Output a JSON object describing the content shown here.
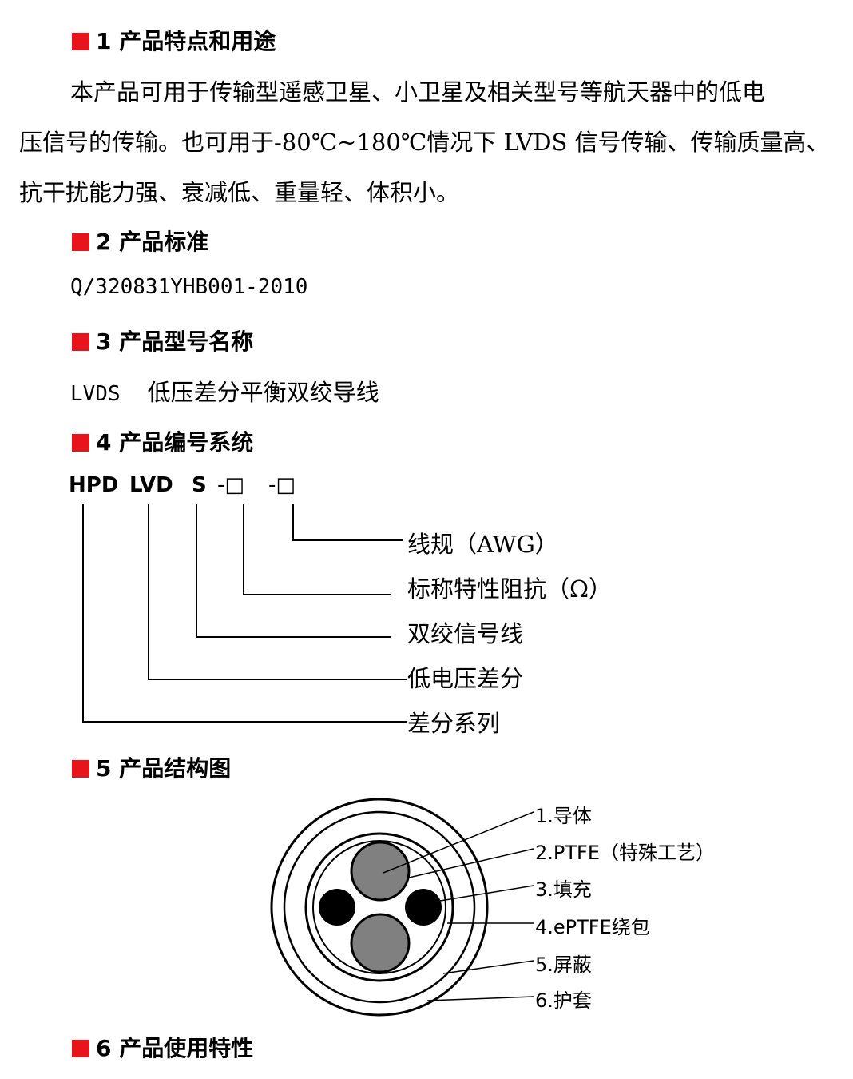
{
  "sections": [
    {
      "title": "1 产品特点和用途"
    },
    {
      "title": "2 产品标准"
    },
    {
      "title": "3 产品型号名称"
    },
    {
      "title": "4 产品编号系统"
    },
    {
      "title": "5 产品结构图"
    },
    {
      "title": "6 产品使用特性"
    }
  ],
  "usage": {
    "lines": [
      "本产品可用于传输型遥感卫星、小卫星及相关型号等航天器中的低电",
      "压信号的传输。也可用于-80℃~180℃情况下 LVDS 信号传输、传输质量高、",
      "抗干扰能力强、衰减低、重量轻、体积小。"
    ]
  },
  "standard": {
    "code": "Q/320831YHB001-2010"
  },
  "model": {
    "code": "LVDS",
    "name": "低压差分平衡双绞导线"
  },
  "numbering": {
    "parts": [
      "HPD",
      "LVD",
      "S",
      "-□",
      "-□"
    ],
    "labels": [
      "线规（AWG）",
      "标称特性阻抗（Ω）",
      "双绞信号线",
      "低电压差分",
      "差分系列"
    ]
  },
  "structure": {
    "labels": [
      "1.导体",
      "2.PTFE（特殊工艺）",
      "3.填充",
      "4.ePTFE绕包",
      "5.屏蔽",
      "6.护套"
    ]
  },
  "colors": {
    "bullet": "#e8141c",
    "conductor": "#808080"
  }
}
